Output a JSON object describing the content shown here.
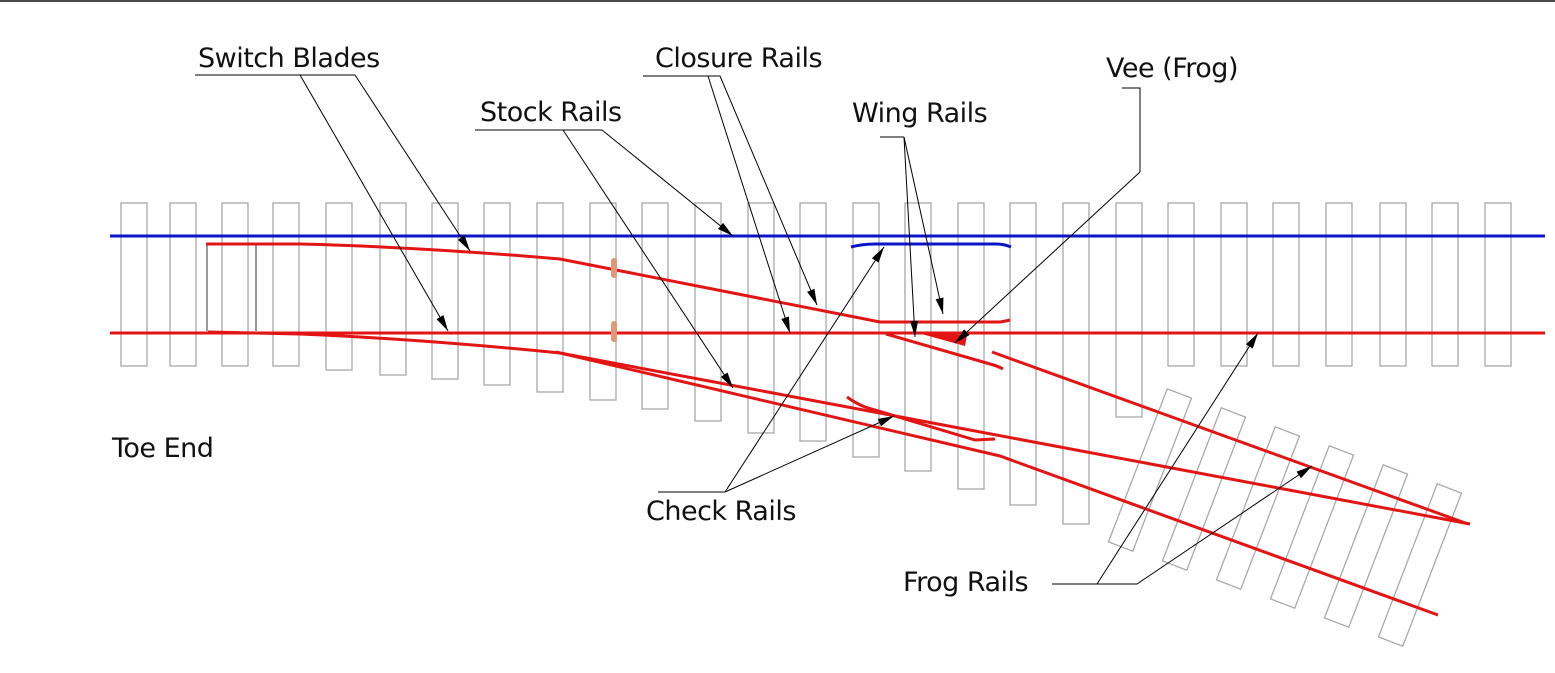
{
  "diagram": {
    "title": "Railway turnout (points) components",
    "labels": {
      "switch_blades": "Switch Blades",
      "closure_rails": "Closure Rails",
      "stock_rails": "Stock Rails",
      "wing_rails": "Wing Rails",
      "vee_frog": "Vee (Frog)",
      "toe_end": "Toe End",
      "check_rails": "Check Rails",
      "frog_rails": "Frog Rails"
    },
    "colors": {
      "main_rail": "#e31414",
      "stock_rail_top": "#0a14c8",
      "check_rail_top": "#0a14c8",
      "stretcher": "#e0987a",
      "sleeper": "#a8a8a8",
      "leader": "#000000"
    },
    "counts": {
      "straight_sleepers": 27,
      "diverging_sleepers": 6,
      "stretcher_bars": 2
    }
  }
}
